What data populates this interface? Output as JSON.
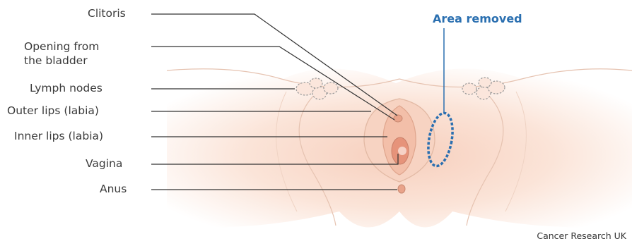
{
  "labels": {
    "clitoris": "Clitoris",
    "bladder_opening_line1": "Opening from",
    "bladder_opening_line2": "the bladder",
    "lymph_nodes": "Lymph nodes",
    "outer_lips": "Outer lips (labia)",
    "inner_lips": "Inner lips (labia)",
    "vagina": "Vagina",
    "anus": "Anus"
  },
  "highlight": {
    "label": "Area removed",
    "color": "#2a6fb0"
  },
  "credit": "Cancer Research UK",
  "colors": {
    "skin": "#fbe3d6",
    "skin_outline": "#e2b9a4",
    "leader_line": "#333333",
    "inner_tissue": "#e9a38a"
  }
}
